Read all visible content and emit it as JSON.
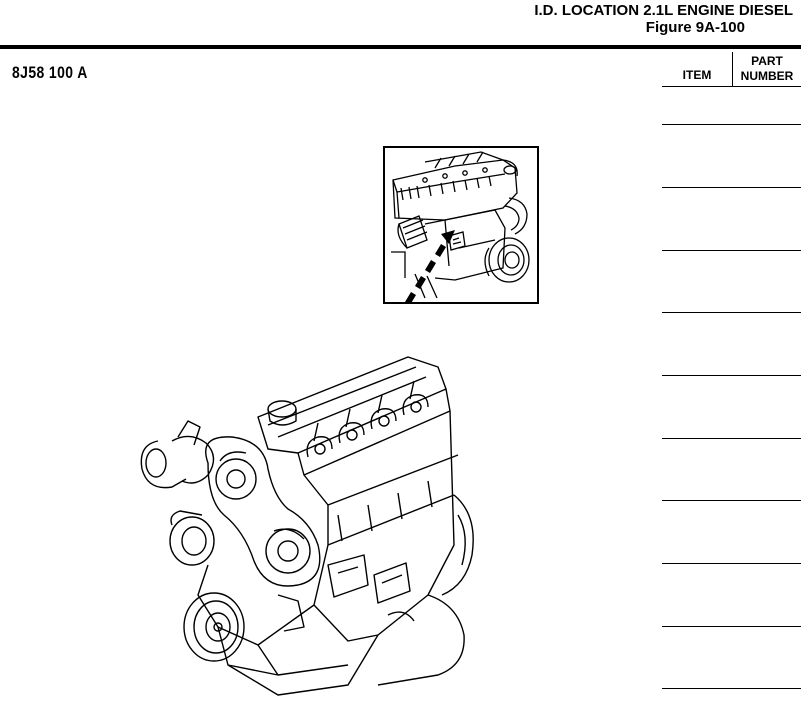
{
  "header": {
    "title": "I.D. LOCATION 2.1L ENGINE DIESEL",
    "figure": "Figure  9A-100"
  },
  "figure_code": "8J58 100 A",
  "table": {
    "item_header": "ITEM",
    "part_header": "PART NUMBER",
    "rows": 10
  }
}
